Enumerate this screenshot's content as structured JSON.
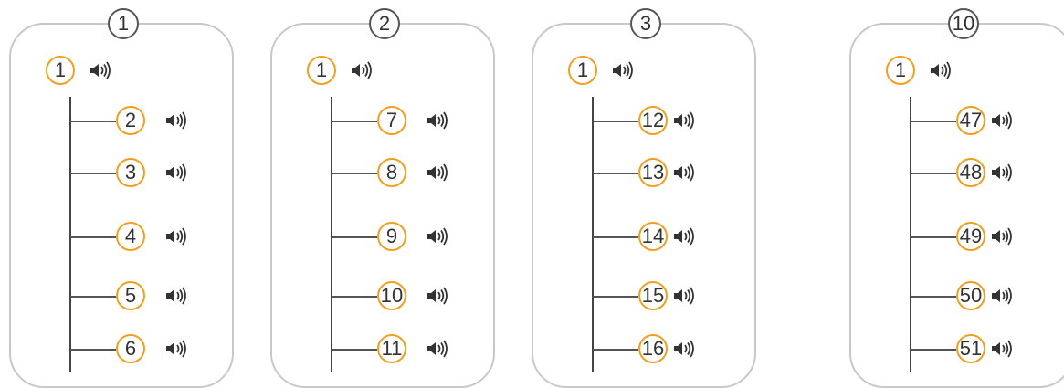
{
  "panels": [
    {
      "label": "1",
      "root": "1",
      "items": [
        "2",
        "3",
        "4",
        "5",
        "6"
      ],
      "tight": false
    },
    {
      "label": "2",
      "root": "1",
      "items": [
        "7",
        "8",
        "9",
        "10",
        "11"
      ],
      "tight": false
    },
    {
      "label": "3",
      "root": "1",
      "items": [
        "12",
        "13",
        "14",
        "15",
        "16"
      ],
      "tight": true
    },
    {
      "label": "10",
      "root": "1",
      "items": [
        "47",
        "48",
        "49",
        "50",
        "51"
      ],
      "tight": true
    }
  ],
  "icons": {
    "audio": "speaker-icon"
  },
  "colors": {
    "accent": "#f0a020",
    "border": "#c8c8c8",
    "text": "#333333"
  }
}
